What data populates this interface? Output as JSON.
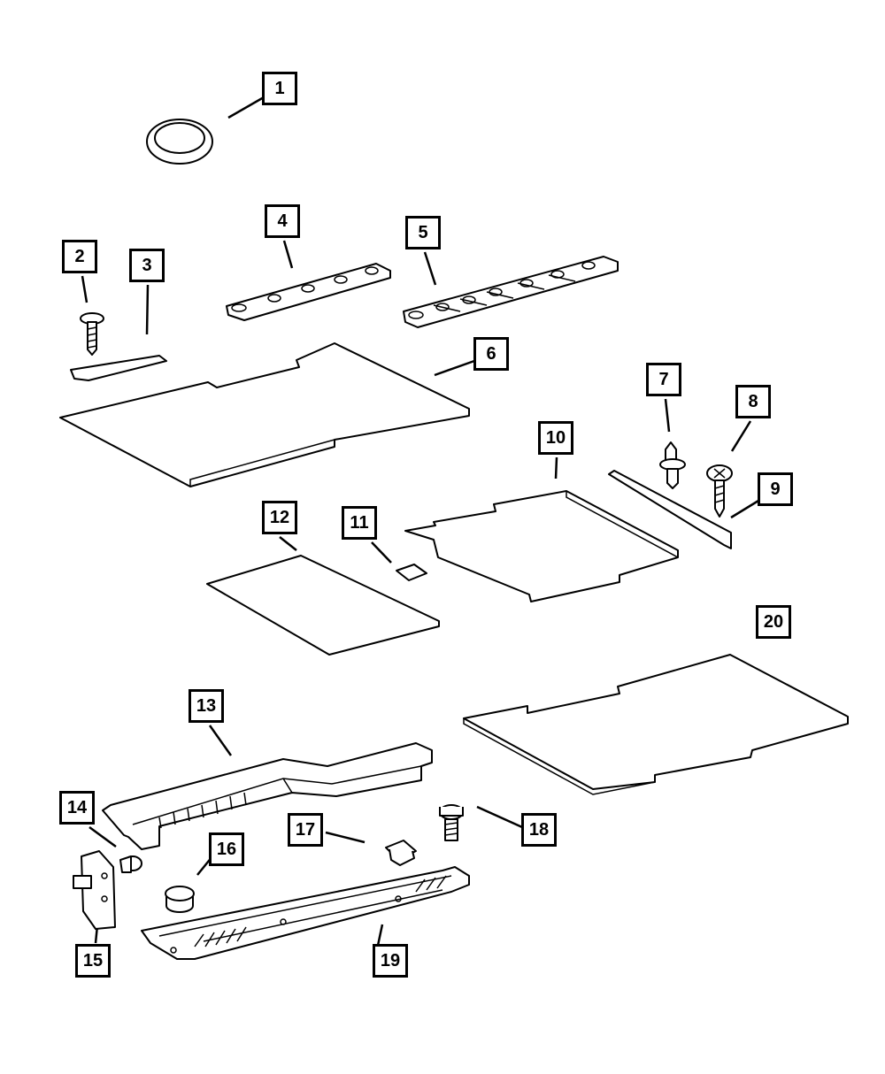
{
  "diagram": {
    "type": "exploded parts diagram",
    "callouts": [
      "1",
      "2",
      "3",
      "4",
      "5",
      "6",
      "7",
      "8",
      "9",
      "10",
      "11",
      "12",
      "13",
      "14",
      "15",
      "16",
      "17",
      "18",
      "19",
      "20"
    ]
  }
}
